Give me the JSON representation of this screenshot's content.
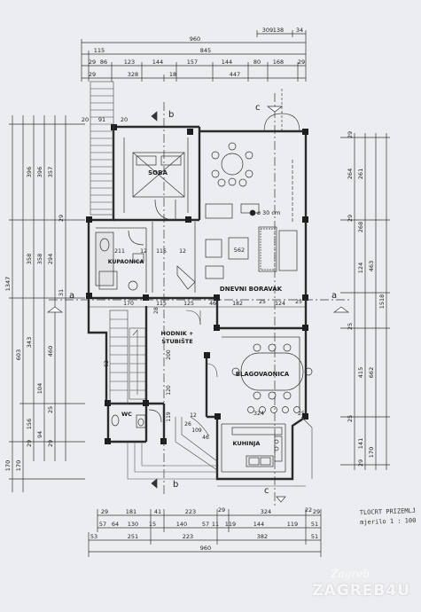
{
  "title_block": {
    "title": "TLOCRT PRIZEMLJ",
    "scale": "mjerilo 1 : 100"
  },
  "watermark": {
    "text": "ZAGREB4U",
    "script_logo": "Zagreb"
  },
  "rooms": {
    "soba": "SOBA",
    "kupaonica": "KUPAONICA",
    "dnevni_boravak": "DNEVNI BORAVAK",
    "hodnik_line1": "HODNIK +",
    "hodnik_line2": "STUBIŠTE",
    "blagovaonica": "BLAGOVAONICA",
    "wc": "WC",
    "kuhinja": "KUHINJA"
  },
  "section_marks": {
    "a": "a",
    "b": "b",
    "c": "c"
  },
  "annotations": {
    "column": "ø 30 cm"
  },
  "top_dimensions": {
    "row1": [
      "309",
      "138",
      "34"
    ],
    "row2": [
      "960"
    ],
    "row3": [
      "115",
      "845"
    ],
    "row4": [
      "29",
      "86",
      "123",
      "144",
      "157",
      "144",
      "80",
      "168",
      "29"
    ],
    "row5": [
      "29",
      "328",
      "18",
      "447"
    ]
  },
  "bottom_dimensions": {
    "row1": [
      "29",
      "181",
      "41",
      "223",
      "29",
      "324",
      "22",
      "29"
    ],
    "row2": [
      "57",
      "64",
      "130",
      "15",
      "140",
      "57",
      "11",
      "119",
      "144",
      "119",
      "51"
    ],
    "row3": [
      "53",
      "251",
      "223",
      "382",
      "51"
    ],
    "row4": [
      "960"
    ]
  },
  "left_dimensions": {
    "outer": [
      "1347"
    ],
    "col2": [
      "170",
      "603",
      "170"
    ],
    "col3": [
      "396",
      "358",
      "343",
      "156",
      "29"
    ],
    "col4": [
      "396",
      "358",
      "104",
      "94"
    ],
    "col5": [
      "357",
      "294",
      "460",
      "25",
      "29"
    ],
    "col6": [
      "29",
      "31"
    ]
  },
  "right_dimensions": {
    "outer": [
      "1518"
    ],
    "col2": [
      "463",
      "662",
      "170"
    ],
    "col3": [
      "261",
      "264",
      "268",
      "124",
      "415",
      "141",
      "29"
    ],
    "col4": [
      "29",
      "29",
      "25",
      "25"
    ]
  },
  "interior_dimensions": {
    "stair_top": [
      "20",
      "91",
      "20"
    ],
    "kup": [
      "211",
      "12",
      "115",
      "12"
    ],
    "boravak": [
      "562"
    ],
    "hall": [
      "170",
      "115",
      "125",
      "46",
      "182",
      "25",
      "124",
      "25"
    ],
    "stair_vert": [
      "200",
      "120"
    ],
    "blag": [
      "324",
      "25"
    ],
    "misc": [
      "119",
      "28",
      "62",
      "109",
      "26",
      "46",
      "12"
    ]
  }
}
